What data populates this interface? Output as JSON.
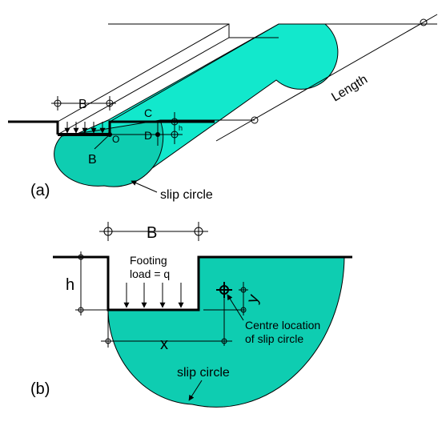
{
  "labels": {
    "panel_a": "(a)",
    "panel_b": "(b)",
    "a_width_top": "B",
    "a_width_circle": "B",
    "a_point_c": "C",
    "a_point_d": "D",
    "a_point_o": "O",
    "a_h": "h",
    "a_length": "Length",
    "a_slip_circle": "slip circle",
    "b_width": "B",
    "b_h": "h",
    "b_x": "x",
    "b_y": "y",
    "b_footing_line1": "Footing",
    "b_footing_line2": "load = q",
    "b_centre_line1": "Centre location",
    "b_centre_line2": "of slip circle",
    "b_slip_circle": "slip circle"
  },
  "colors": {
    "fill": "#0ECDB1",
    "fill_bright": "#12E8CC",
    "stroke": "#000000"
  }
}
